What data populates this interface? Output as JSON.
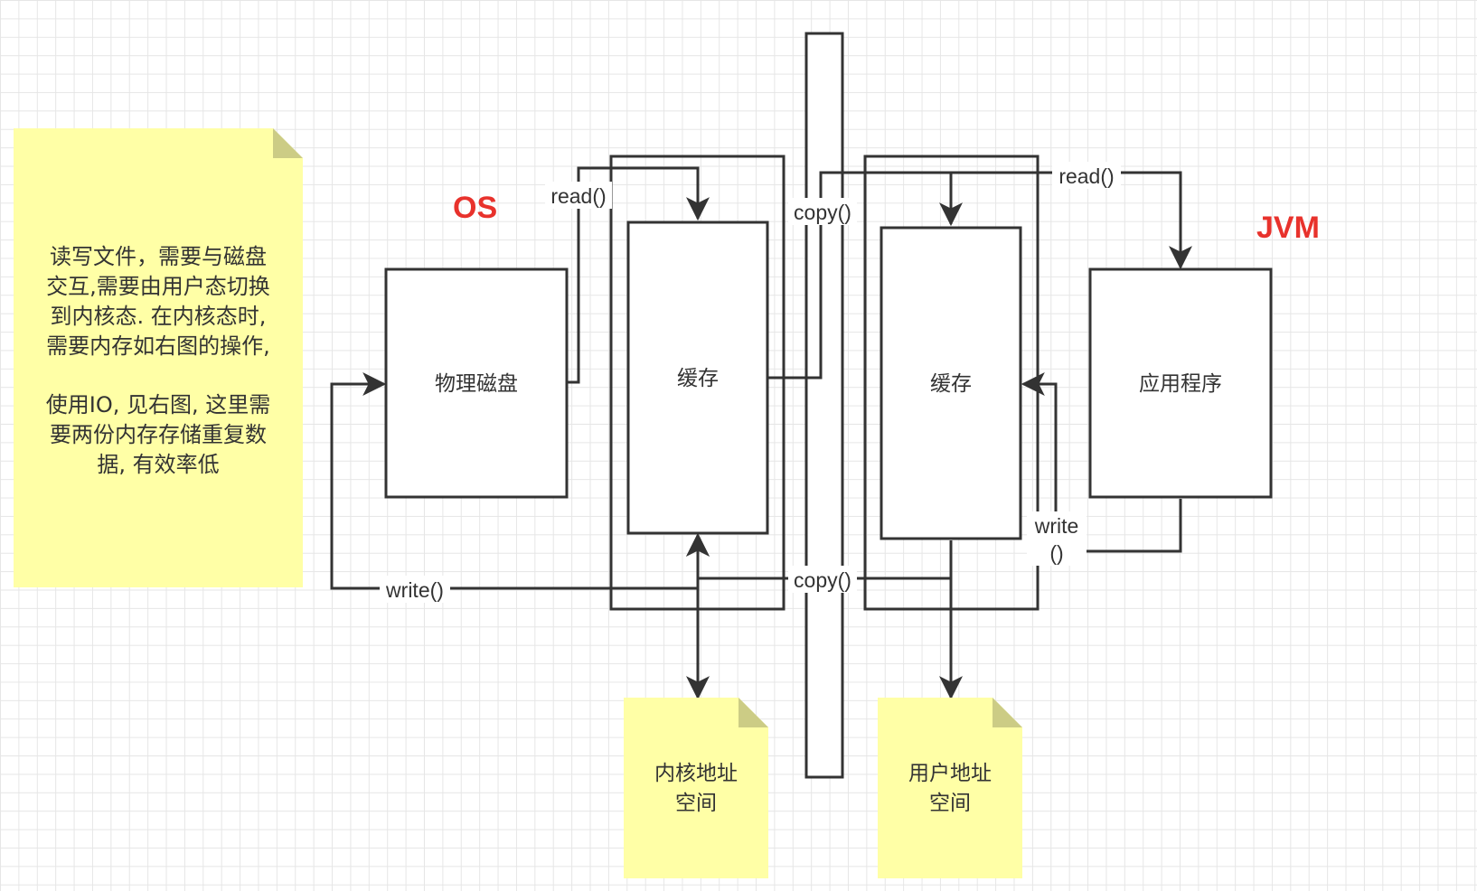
{
  "note_main": {
    "lines": [
      "读写文件，需要与磁盘",
      "交互,需要由用户态切换",
      "到内核态. 在内核态时,",
      "需要内存如右图的操作,",
      "",
      "使用IO, 见右图, 这里需",
      "要两份内存存储重复数",
      "据, 有效率低"
    ]
  },
  "os_label": "OS",
  "jvm_label": "JVM",
  "physical_disk": "物理磁盘",
  "kernel_cache": "缓存",
  "user_cache": "缓存",
  "application": "应用程序",
  "edges": {
    "read_left": "read()",
    "copy_top": "copy()",
    "read_right": "read()",
    "write_left": "write()",
    "copy_bottom": "copy()",
    "write_right_1": "write",
    "write_right_2": "()"
  },
  "kernel_space_note": [
    "内核地址",
    "空间"
  ],
  "user_space_note": [
    "用户地址",
    "空间"
  ],
  "colors": {
    "accent_red": "#e8322c",
    "note_yellow": "#ffffa6",
    "stroke": "#333333"
  }
}
